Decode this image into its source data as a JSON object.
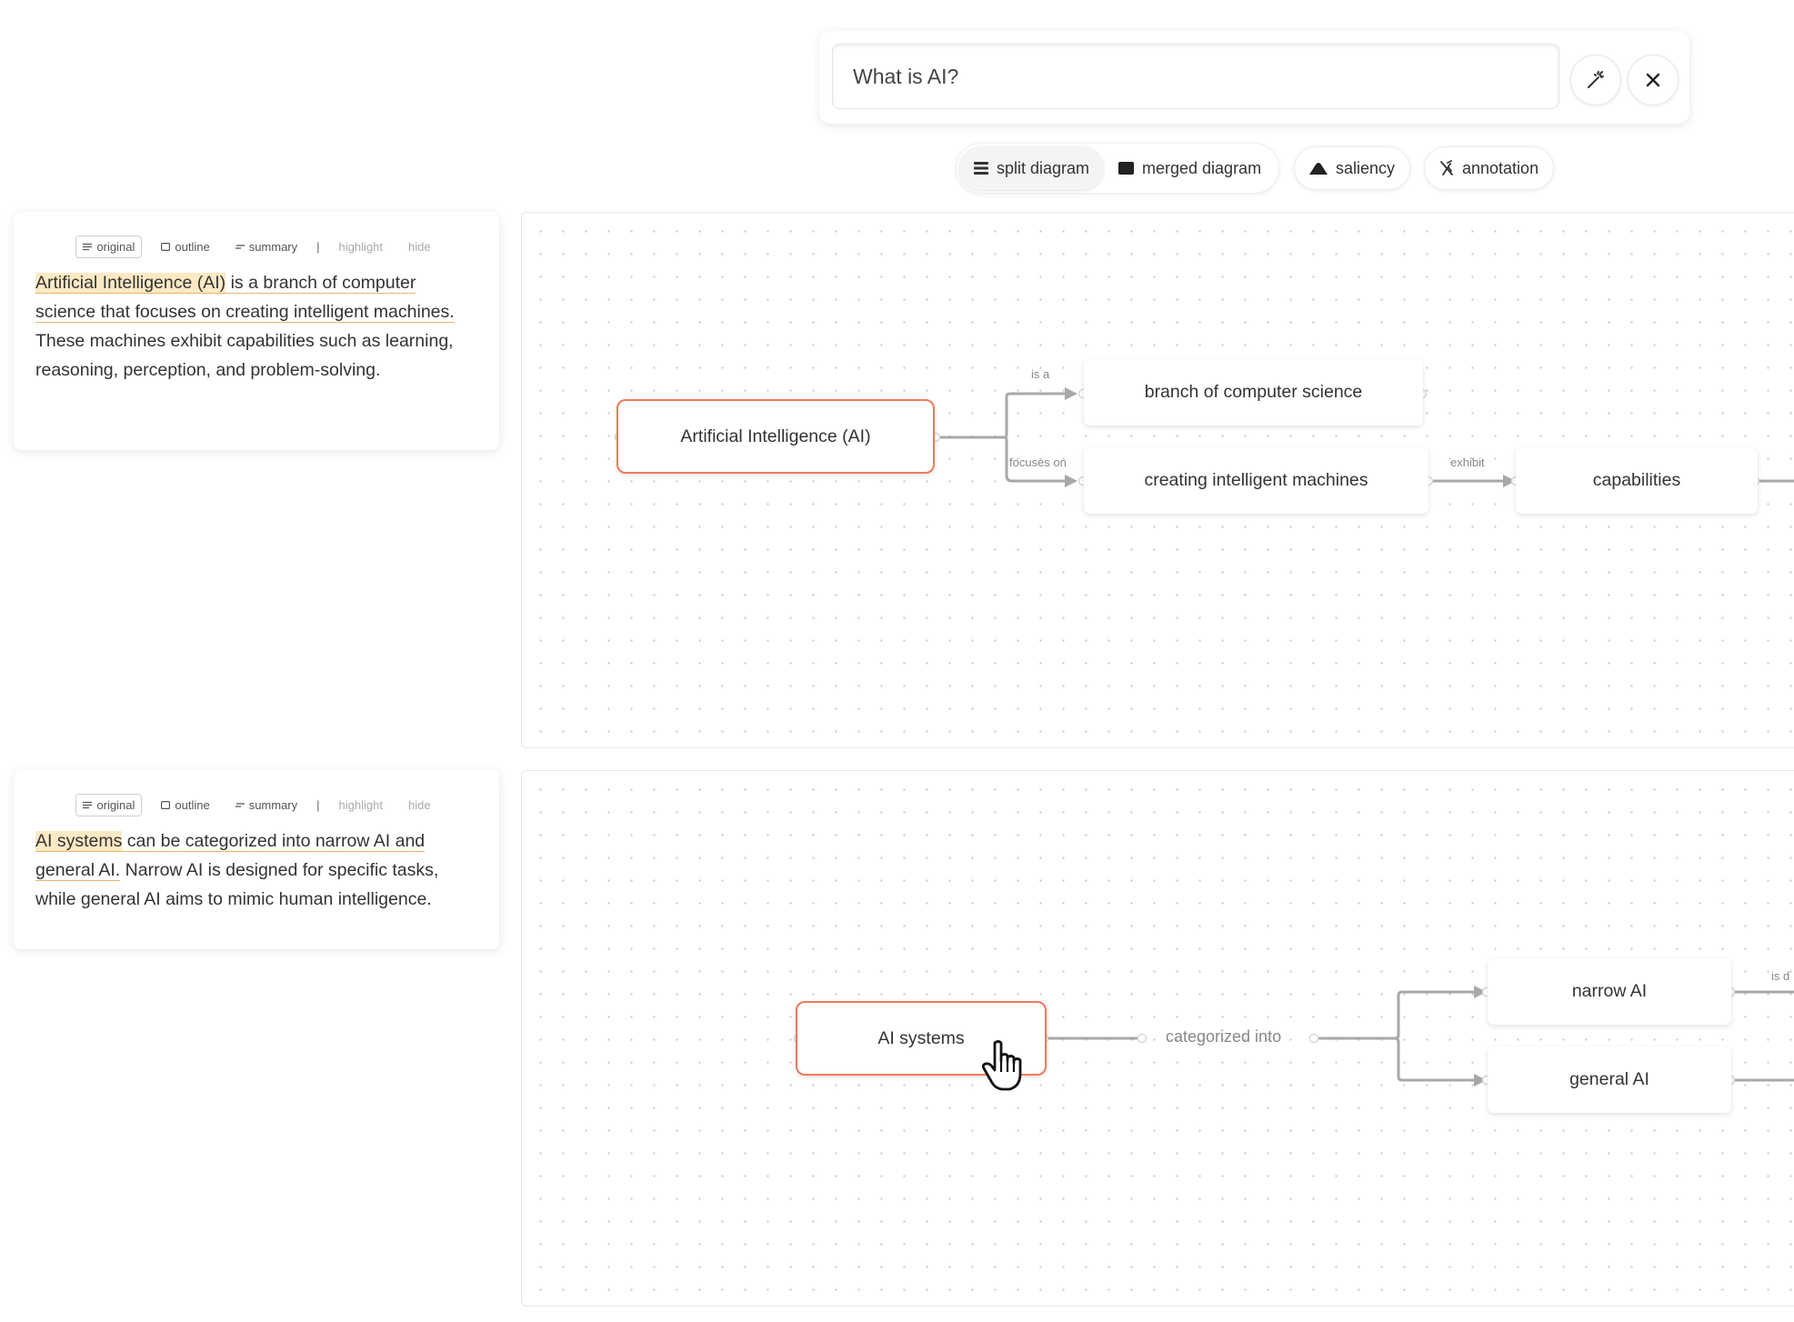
{
  "query": {
    "value": "What is AI?",
    "magic_icon": "magic-wand-icon",
    "close_icon": "close-icon"
  },
  "views": {
    "split": "split diagram",
    "merged": "merged diagram",
    "saliency": "saliency",
    "annotation": "annotation"
  },
  "tabs": {
    "original": "original",
    "outline": "outline",
    "summary": "summary",
    "separator": "|",
    "highlight": "highlight",
    "hide": "hide"
  },
  "panels": [
    {
      "text": {
        "key": "Artificial Intelligence (AI)",
        "l1": " is a branch of computer science that focuses on creating intelligent machines.",
        "rest": " These machines exhibit capabilities such as learning, reasoning, perception, and problem-solving."
      },
      "nodes": {
        "root": "Artificial Intelligence (AI)",
        "n1": "branch of computer science",
        "n2": "creating intelligent machines",
        "n3": "capabilities"
      },
      "edges": {
        "e1": "is a",
        "e2": "focuses on",
        "e3": "exhibit"
      }
    },
    {
      "text": {
        "key": "AI systems",
        "l1": " can be categorized into narrow AI and general AI.",
        "rest": " Narrow AI is designed for specific tasks, while general AI aims to mimic human intelligence."
      },
      "nodes": {
        "root": "AI systems",
        "mid": "categorized into",
        "n1": "narrow AI",
        "n2": "general AI"
      },
      "edges": {
        "e1": "is d"
      }
    }
  ],
  "colors": {
    "accent": "#ec7a5d",
    "highlight": "#fde9c4",
    "underline": "#e8b56a",
    "edge": "#a8a8a8"
  }
}
